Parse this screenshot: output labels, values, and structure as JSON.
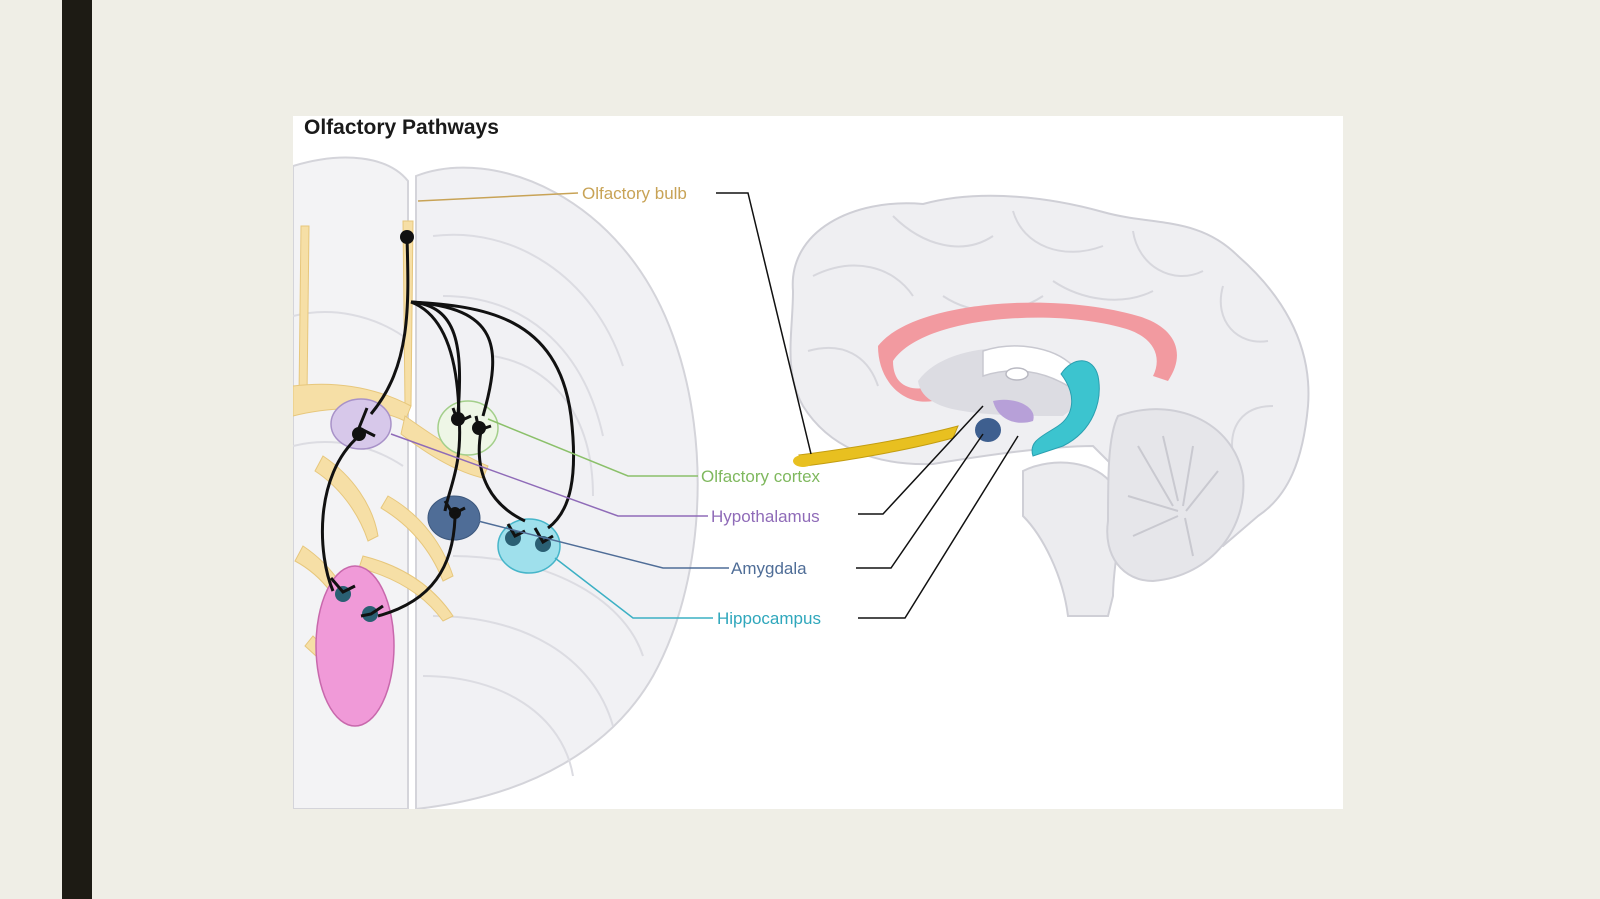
{
  "title": "Olfactory Pathways",
  "labels": {
    "olfactory_bulb": "Olfactory bulb",
    "olfactory_cortex": "Olfactory cortex",
    "hypothalamus": "Hypothalamus",
    "amygdala": "Amygdala",
    "hippocampus": "Hippocampus"
  },
  "colors": {
    "olfactory_bulb": "#c8a356",
    "olfactory_cortex": "#8bc06a",
    "hypothalamus": "#8f6bb8",
    "amygdala": "#4f6d97",
    "hippocampus": "#3cb0c4",
    "limbic_cortex": "#f29aa0",
    "brainstem_target": "#f09ad8"
  }
}
